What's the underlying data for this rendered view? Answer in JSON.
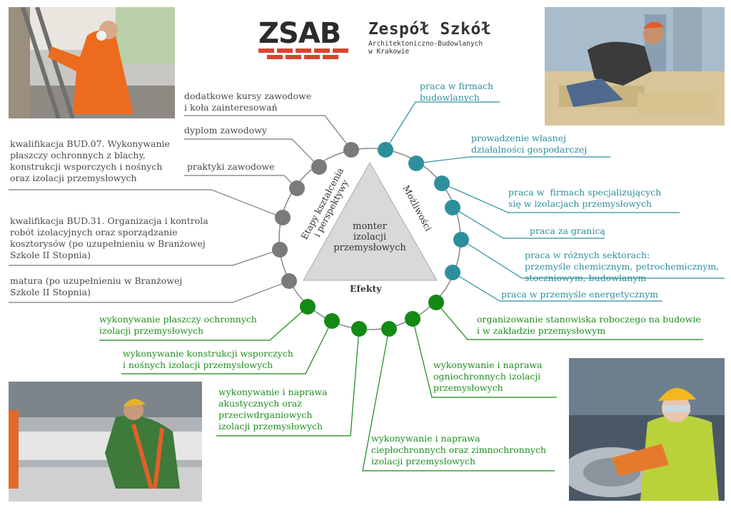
{
  "logo": {
    "mark": "ZSAB",
    "title": "Zespół Szkół",
    "subtitle": "Architektoniczno-Budowlanych\nw Krakowie"
  },
  "center": {
    "text": "monter\nizolacji\nprzemysłowych"
  },
  "arcs": {
    "left": "Etapy kształcenia\ni perspektywy",
    "right": "Możliwości",
    "bottom": "Efekty"
  },
  "colors": {
    "gray": "#7a7a7a",
    "teal": "#2e8f9c",
    "green": "#138a13",
    "triangle": "#d9d9d9",
    "logo_red": "#d9442f",
    "logo_dark": "#2b2b2b"
  },
  "gray_items": [
    "dodatkowe kursy zawodowe\ni koła zainteresowań",
    "dyplom zawodowy",
    "kwalifikacja BUD.07. Wykonywanie\npłaszczy ochronnych z blachy,\nkonstrukcji wsporczych i nośnych\noraz izolacji przemysłowych",
    "praktyki zawodowe",
    "kwalifikacja BUD.31. Organizacja i kontrola\nrobót izolacyjnych oraz sporządzanie\nkosztorysów (po uzupełnieniu w Branżowej\nSzkole II Stopnia)",
    "matura (po uzupełnieniu w Branżowej\nSzkole II Stopnia)"
  ],
  "teal_items": [
    "praca w firmach\nbudowlanych",
    "prowadzenie własnej\ndziałalności gospodarczej",
    "praca w  firmach specjalizujących\nsię w izolacjach przemysłowych",
    "praca za granicą",
    "praca w różnych sektorach:\nprzemyśle chemicznym, petrochemicznym,\nstoczniowym, budowlanym",
    "praca w przemyśle energetycznym"
  ],
  "green_items": [
    "wykonywanie płaszczy ochronnych\nizolacji przemysłowych",
    "wykonywanie konstrukcji wsporczych\ni nośnych izolacji przemysłowych",
    "wykonywanie i naprawa\nakustycznych oraz\nprzeciwdrganiowych\nizolacji przemysłowych",
    "wykonywanie i naprawa\nciepłochronnych oraz zimnochronnych\nizolacji przemysłowych",
    "wykonywanie i naprawa\nogniochronnych izolacji\nprzemysłowych",
    "organizowanie stanowiska roboczego na budowie\ni w zakładzie przemysłowym"
  ]
}
